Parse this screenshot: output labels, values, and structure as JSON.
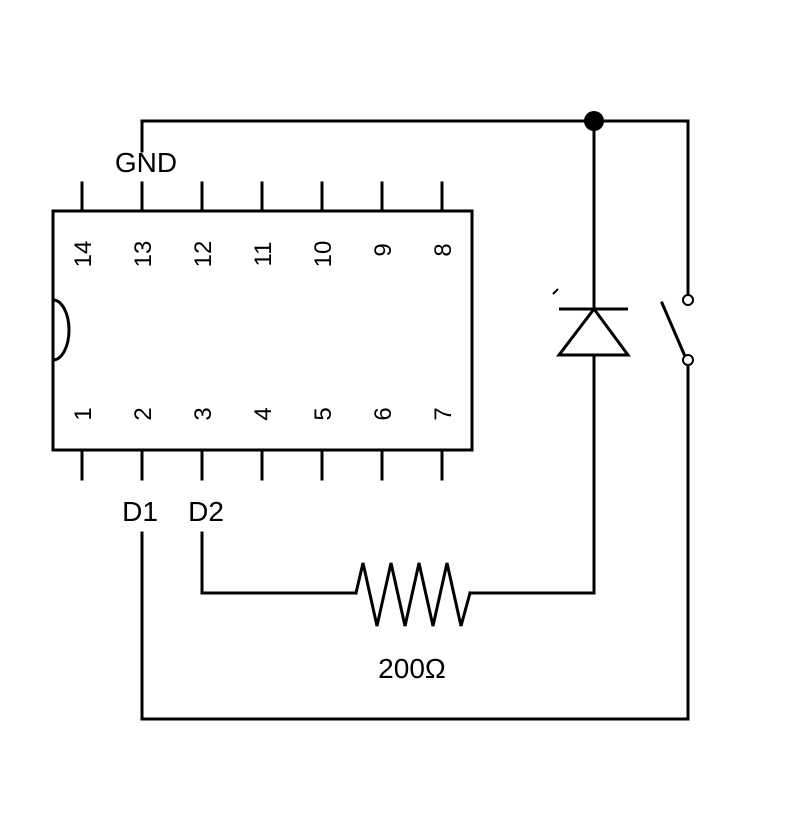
{
  "ic": {
    "top_pins": [
      "14",
      "13",
      "12",
      "11",
      "10",
      "9",
      "8"
    ],
    "bottom_pins": [
      "1",
      "2",
      "3",
      "4",
      "5",
      "6",
      "7"
    ]
  },
  "labels": {
    "gnd": "GND",
    "d1": "D1",
    "d2": "D2",
    "resistor": "200Ω"
  }
}
